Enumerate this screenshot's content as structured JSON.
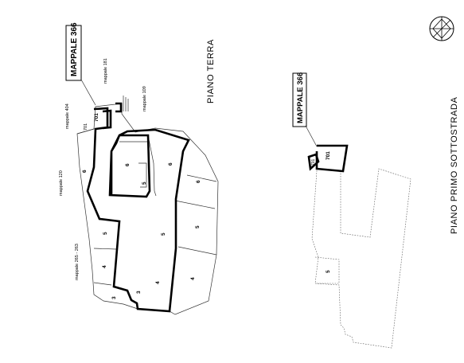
{
  "floors": {
    "ground": "PIANO TERRA",
    "basement": "PIANO PRIMO SOTTOSTRADA"
  },
  "mappale_main": "MAPPALE 366",
  "mappali_adjacent": {
    "m181": "mappale 181",
    "m404": "mappale 404",
    "m109": "mappale 109",
    "m120": "mappale 120",
    "m265": "mappale 265 - 263"
  },
  "ground_subalterns": {
    "s701": "701",
    "s701b": "701",
    "s6a": "6",
    "s6b": "6",
    "s6c": "6",
    "s6d": "6",
    "s5a": "5",
    "s5b": "5",
    "s5c": "5",
    "s5d": "5",
    "s4a": "4",
    "s4b": "4",
    "s4c": "4",
    "s3a": "3",
    "s3b": "3"
  },
  "basement_subalterns": {
    "s701": "701",
    "s701b": "701",
    "s5": "5"
  },
  "north_icon": "north-arrow-icon"
}
